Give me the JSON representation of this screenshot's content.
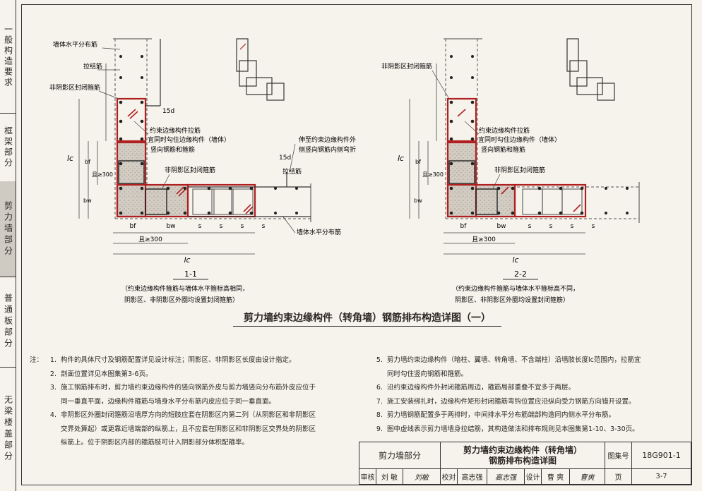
{
  "tabs": [
    {
      "label": "一般构造要求",
      "active": false
    },
    {
      "label": "框架部分",
      "active": false
    },
    {
      "label": "剪力墙部分",
      "active": true
    },
    {
      "label": "普通板部分",
      "active": false
    },
    {
      "label": "无梁楼盖部分",
      "active": false
    }
  ],
  "drawing": {
    "title": "剪力墙约束边缘构件（转角墙）钢筋排布构造详图（一）",
    "left": {
      "section": "1-1",
      "caption1": "（约束边缘构件箍筋与墙体水平箍标高相同，",
      "caption2": "阴影区、非阴影区外圈均设置封闭箍筋）",
      "labels": {
        "wall_h_dist": "墙体水平分布筋",
        "tie_bar": "拉结筋",
        "nonshadow_hoop": "非阴影区封闭箍筋",
        "l15d": "15d",
        "tie_bar2": "约束边缘构件拉筋",
        "hook1": "宜同时勾住边缘构件（墙体）",
        "hook2": "竖向钢筋和箍筋",
        "nonshadow_hoop2": "非阴影区封闭箍筋",
        "extend1": "伸至约束边缘构件外",
        "extend2": "侧竖向钢筋内侧弯折",
        "r15d": "15d",
        "tie_bar3": "拉结筋",
        "wall_h_dist2": "墙体水平分布筋",
        "lc": "lc",
        "bf": "bf",
        "bw": "bw",
        "s": "s",
        "ge300": "且≥300"
      }
    },
    "right": {
      "section": "2-2",
      "caption1": "（约束边缘构件箍筋与墙体水平箍标高不同，",
      "caption2": "阴影区、非阴影区外圈均设置封闭箍筋）",
      "labels": {
        "nonshadow_hoop": "非阴影区封闭箍筋",
        "tie_bar2": "约束边缘构件拉筋",
        "hook1": "宜同时勾住边缘构件（墙体）",
        "hook2": "竖向钢筋和箍筋",
        "nonshadow_hoop2": "非阴影区封闭箍筋",
        "lc": "lc",
        "bf": "bf",
        "bw": "bw",
        "s": "s",
        "ge300": "且≥300"
      }
    }
  },
  "notes": {
    "prefix": "注：",
    "left": [
      {
        "n": "1.",
        "lines": [
          "构件的具体尺寸及钢筋配置详见设计标注；阴影区、非阴影区长度由设计指定。"
        ]
      },
      {
        "n": "2.",
        "lines": [
          "剖面位置详见本图集第3-6页。"
        ]
      },
      {
        "n": "3.",
        "lines": [
          "施工钢筋排布时，剪力墙约束边缘构件的竖向钢筋外皮与剪力墙竖向分布筋外皮应位于",
          "同一垂直平面，边缘构件箍筋与墙身水平分布筋内皮应位于同一垂直面。"
        ]
      },
      {
        "n": "4.",
        "lines": [
          "非阴影区外圈封闭箍筋沿墙厚方向的短肢应套在阴影区内第二列（从阴影区和非阴影区",
          "交界处算起）或更靠近墙端部的纵筋上，且不应套在阴影区和非阴影区交界处的阴影区",
          "纵筋上。位于阴影区内部的箍筋肢可计入阴影部分体积配箍率。"
        ]
      }
    ],
    "right": [
      {
        "n": "5.",
        "lines": [
          "剪力墙约束边缘构件（暗柱、翼墙、转角墙、不含端柱）沿墙肢长度lc范围内，拉筋宜",
          "同时勾住竖向钢筋和箍筋。"
        ]
      },
      {
        "n": "6.",
        "lines": [
          "沿约束边缘构件外封闭箍筋周边，箍筋局部重叠不宜多于两层。"
        ]
      },
      {
        "n": "7.",
        "lines": [
          "施工安装绑扎时，边缘构件矩形封闭箍筋弯钩位置应沿纵向受力钢筋方向错开设置。"
        ]
      },
      {
        "n": "8.",
        "lines": [
          "剪力墙钢筋配置多于两排时，中间排水平分布筋端部构造同内侧水平分布筋。"
        ]
      },
      {
        "n": "9.",
        "lines": [
          "图中虚线表示剪力墙墙身拉结筋，其构造做法和排布规则见本图集第1-10、3-30页。"
        ]
      }
    ]
  },
  "title_block": {
    "part": "剪力墙部分",
    "drawing_name_1": "剪力墙约束边缘构件（转角墙）",
    "drawing_name_2": "钢筋排布构造详图",
    "atlas_label": "图集号",
    "atlas_no": "18G901-1",
    "review_label": "审核",
    "reviewer": "刘 敏",
    "review_sign": "刘敏",
    "check_label": "校对",
    "checker": "高志强",
    "check_sign": "高志强",
    "design_label": "设计",
    "designer": "曹 爽",
    "design_sign": "曹爽",
    "page_label": "页",
    "page_no": "3-7"
  }
}
